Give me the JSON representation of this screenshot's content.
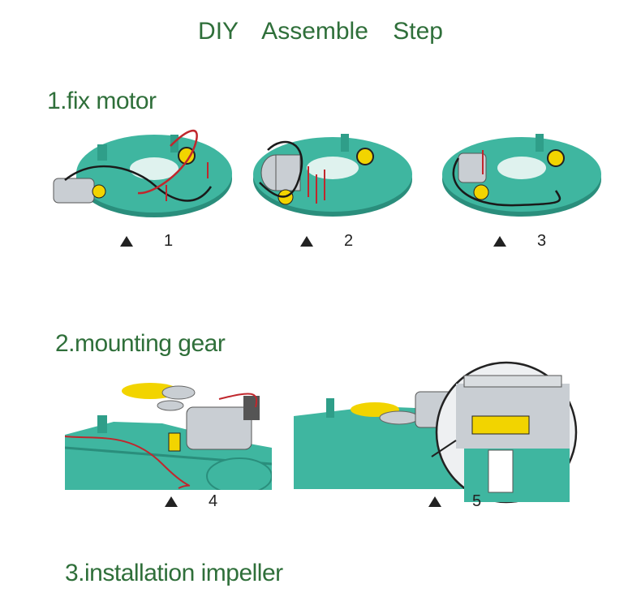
{
  "title": "DIY   Assemble   Step",
  "sections": [
    {
      "heading": "1.fix  motor"
    },
    {
      "heading": "2.mounting gear"
    },
    {
      "heading": "3.installation impeller"
    }
  ],
  "steps": [
    {
      "number": "1"
    },
    {
      "number": "2"
    },
    {
      "number": "3"
    },
    {
      "number": "4"
    },
    {
      "number": "5"
    }
  ],
  "colors": {
    "heading": "#2f6f3a",
    "base_plate": "#3fb6a0",
    "base_dark": "#2a8e7c",
    "motor": "#c9ced3",
    "gear_yellow": "#f2d400",
    "wire_red": "#c0272d",
    "wire_black": "#1a1a1a"
  },
  "icons": [
    "triangle-up-icon",
    "motor-icon",
    "gear-icon",
    "zoom-callout-icon"
  ]
}
